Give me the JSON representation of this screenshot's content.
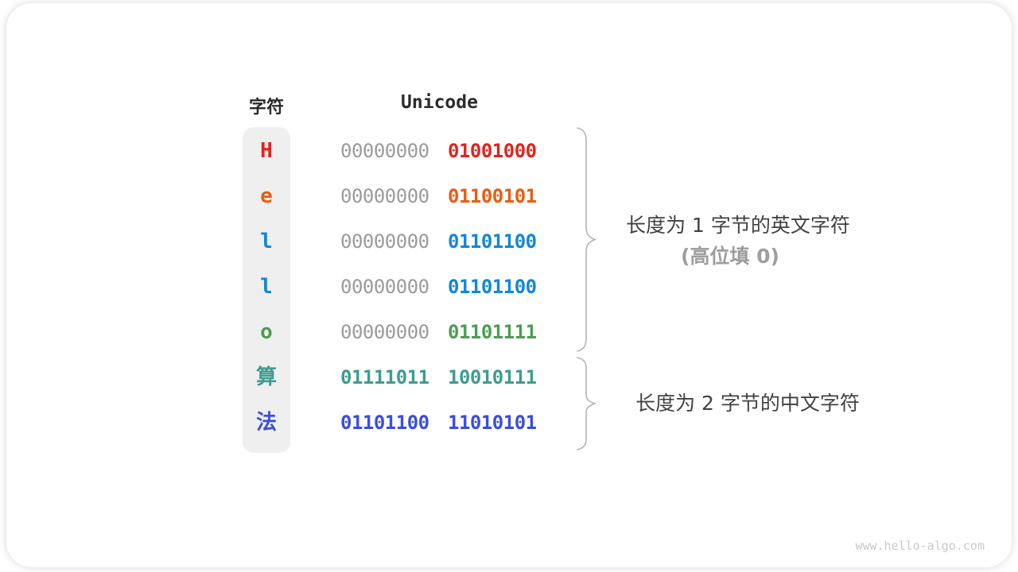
{
  "table": {
    "headers": {
      "char": "字符",
      "unicode": "Unicode"
    },
    "rows": [
      {
        "char": "H",
        "color": "#e2231d",
        "byte1": "00000000",
        "byte1_color": "#9b9b9b",
        "byte2": "01001000",
        "byte2_color": "#e2231d"
      },
      {
        "char": "e",
        "color": "#ec5b0f",
        "byte1": "00000000",
        "byte1_color": "#9b9b9b",
        "byte2": "01100101",
        "byte2_color": "#ec5b0f"
      },
      {
        "char": "l",
        "color": "#1287d8",
        "byte1": "00000000",
        "byte1_color": "#9b9b9b",
        "byte2": "01101100",
        "byte2_color": "#1287d8"
      },
      {
        "char": "l",
        "color": "#1287d8",
        "byte1": "00000000",
        "byte1_color": "#9b9b9b",
        "byte2": "01101100",
        "byte2_color": "#1287d8"
      },
      {
        "char": "o",
        "color": "#4b9e52",
        "byte1": "00000000",
        "byte1_color": "#9b9b9b",
        "byte2": "01101111",
        "byte2_color": "#4b9e52"
      },
      {
        "char": "算",
        "color": "#3f9c90",
        "byte1": "01111011",
        "byte1_color": "#3f9c90",
        "byte2": "10010111",
        "byte2_color": "#3f9c90"
      },
      {
        "char": "法",
        "color": "#3a4eda",
        "byte1": "01101100",
        "byte1_color": "#3a4eda",
        "byte2": "11010101",
        "byte2_color": "#3a4eda"
      }
    ]
  },
  "annotations": {
    "group1_line1": "长度为 1 字节的英文字符",
    "group1_line2": "(高位填 0)",
    "group2_line1": "长度为 2 字节的中文字符",
    "text_color": "#414141",
    "secondary_color": "#9e9e9e"
  },
  "braces": {
    "color": "#b5b5b5"
  },
  "watermark": "www.hello-algo.com"
}
